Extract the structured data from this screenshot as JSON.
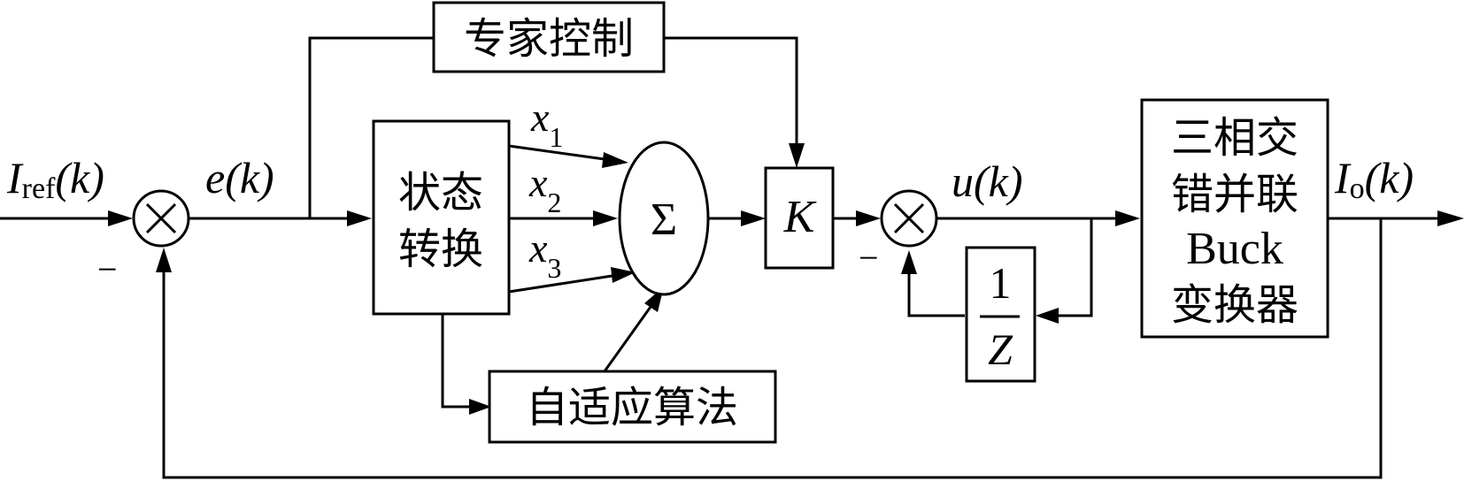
{
  "diagram": {
    "type": "control-block-diagram",
    "blocks": {
      "expert_control": "专家控制",
      "state_transform": [
        "状态",
        "转换"
      ],
      "sum_symbol": "Σ",
      "gain": "K",
      "delay_numerator": "1",
      "delay_denominator": "Z",
      "adaptive_algorithm": "自适应算法",
      "plant": [
        "三相交",
        "错并联",
        "Buck",
        "变换器"
      ]
    },
    "signals": {
      "reference": {
        "main": "I",
        "sub": "ref",
        "arg": "(k)"
      },
      "error": {
        "main": "e",
        "arg": "(k)"
      },
      "x1": {
        "main": "x",
        "sub": "1"
      },
      "x2": {
        "main": "x",
        "sub": "2"
      },
      "x3": {
        "main": "x",
        "sub": "3"
      },
      "control": {
        "main": "u",
        "arg": "(k)"
      },
      "output": {
        "main": "I",
        "sub": "o",
        "arg": "(k)"
      }
    },
    "operators": {
      "multiplier_symbol": "×",
      "negative_sign": "−"
    }
  }
}
